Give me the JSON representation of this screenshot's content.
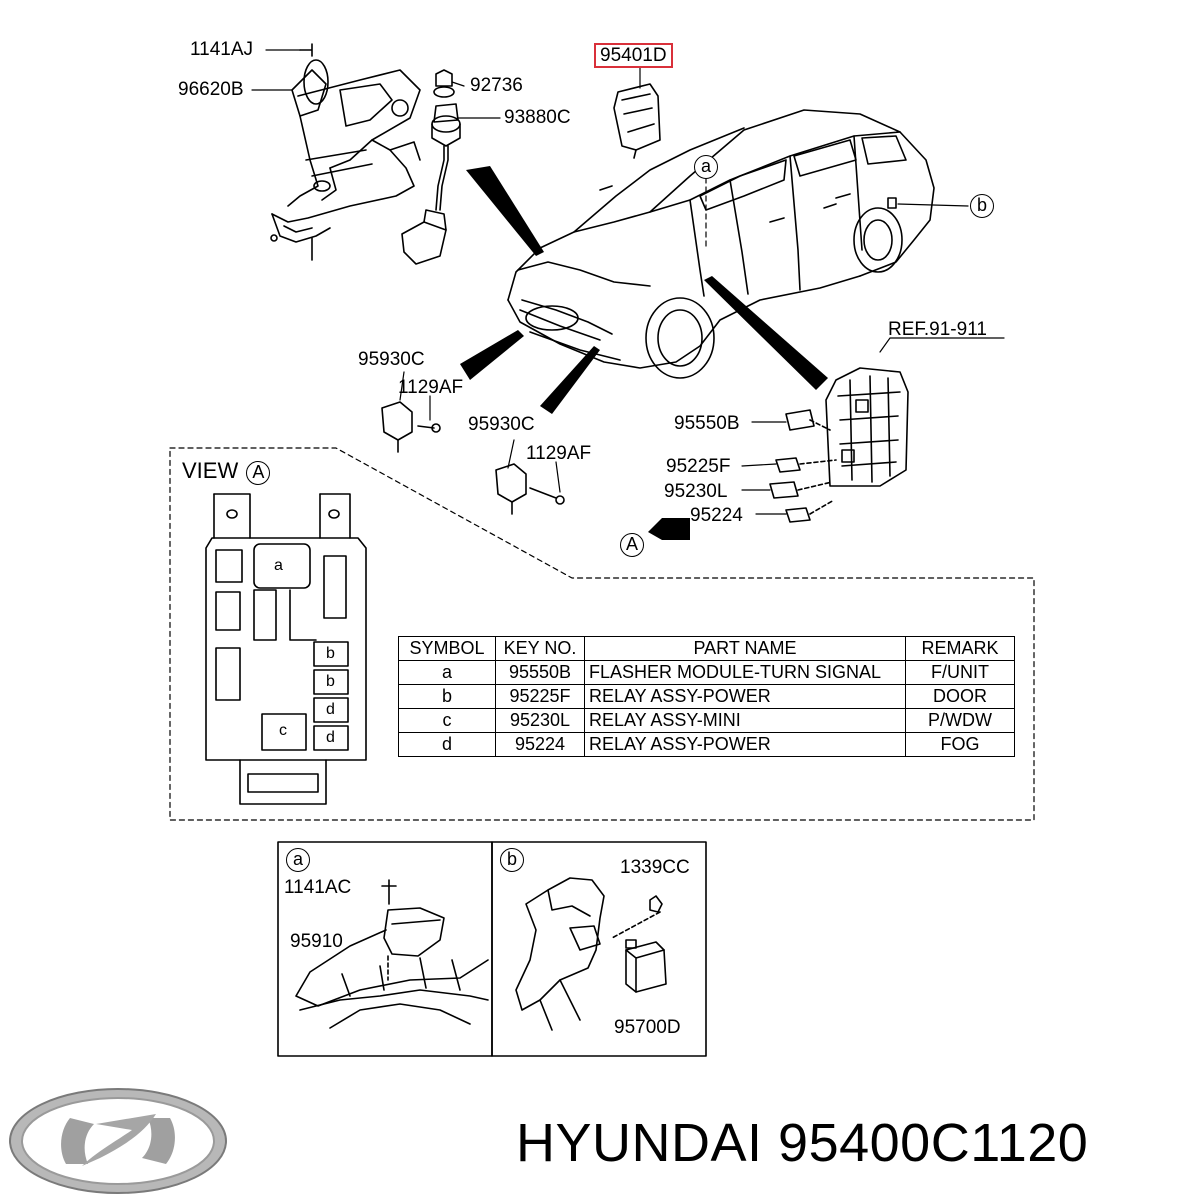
{
  "callouts": {
    "c1141AJ": "1141AJ",
    "c96620B": "96620B",
    "c92736": "92736",
    "c93880C": "93880C",
    "c95401D": "95401D",
    "ca_top": "a",
    "cb_side": "b",
    "cref": "REF.91-911",
    "c95930C_1": "95930C",
    "c1129AF_1": "1129AF",
    "c95930C_2": "95930C",
    "c1129AF_2": "1129AF",
    "c95550B": "95550B",
    "c95225F": "95225F",
    "c95230L": "95230L",
    "c95224": "95224",
    "cA_arrow": "A"
  },
  "view": {
    "title": "VIEW",
    "marker": "A",
    "fuse_labels": {
      "a": "a",
      "b1": "b",
      "b2": "b",
      "c": "c",
      "d1": "d",
      "d2": "d"
    }
  },
  "table": {
    "headers": [
      "SYMBOL",
      "KEY NO.",
      "PART NAME",
      "REMARK"
    ],
    "rows": [
      {
        "symbol": "a",
        "key": "95550B",
        "name": "FLASHER MODULE-TURN SIGNAL",
        "remark": "F/UNIT"
      },
      {
        "symbol": "b",
        "key": "95225F",
        "name": "RELAY ASSY-POWER",
        "remark": "DOOR"
      },
      {
        "symbol": "c",
        "key": "95230L",
        "name": "RELAY ASSY-MINI",
        "remark": "P/WDW"
      },
      {
        "symbol": "d",
        "key": "95224",
        "name": "RELAY ASSY-POWER",
        "remark": "FOG"
      }
    ]
  },
  "detail_a": {
    "marker": "a",
    "c1141AC": "1141AC",
    "c95910": "95910"
  },
  "detail_b": {
    "marker": "b",
    "c1339CC": "1339CC",
    "c95700D": "95700D"
  },
  "brand": {
    "name": "HYUNDAI",
    "part_no": "95400C1120"
  },
  "colors": {
    "highlight_box": "#d9303a",
    "ink": "#000000",
    "logo": "#9a9a9a"
  }
}
